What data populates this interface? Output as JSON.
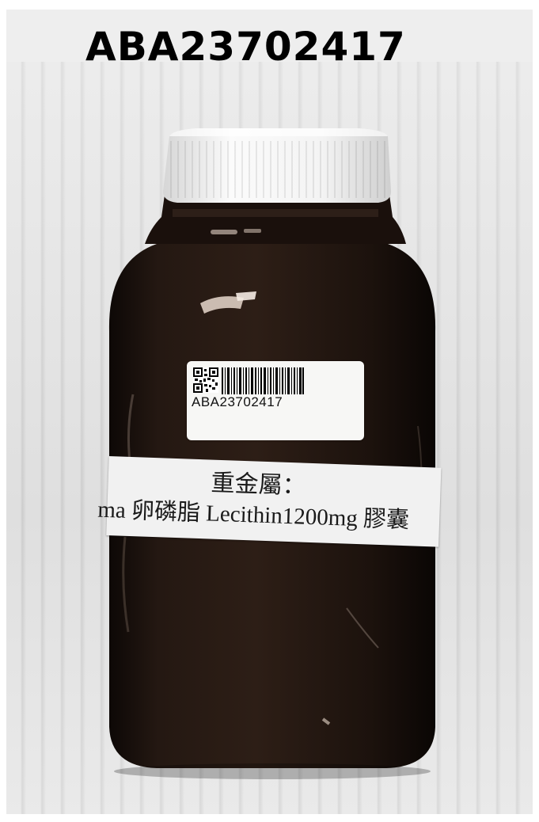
{
  "header": {
    "title": "ABA23702417"
  },
  "bottle": {
    "sticker_code": "ABA23702417",
    "band_line1": "重金屬：",
    "band_line2": "ma 卵磷脂 Lecithin1200mg 膠囊"
  },
  "colors": {
    "header_band": "#eeeeee",
    "cap": "#f2f2f2",
    "glass": "#1f1410",
    "label": "#f1f1f1"
  },
  "icons": [
    "qr-code-icon",
    "barcode-icon"
  ]
}
